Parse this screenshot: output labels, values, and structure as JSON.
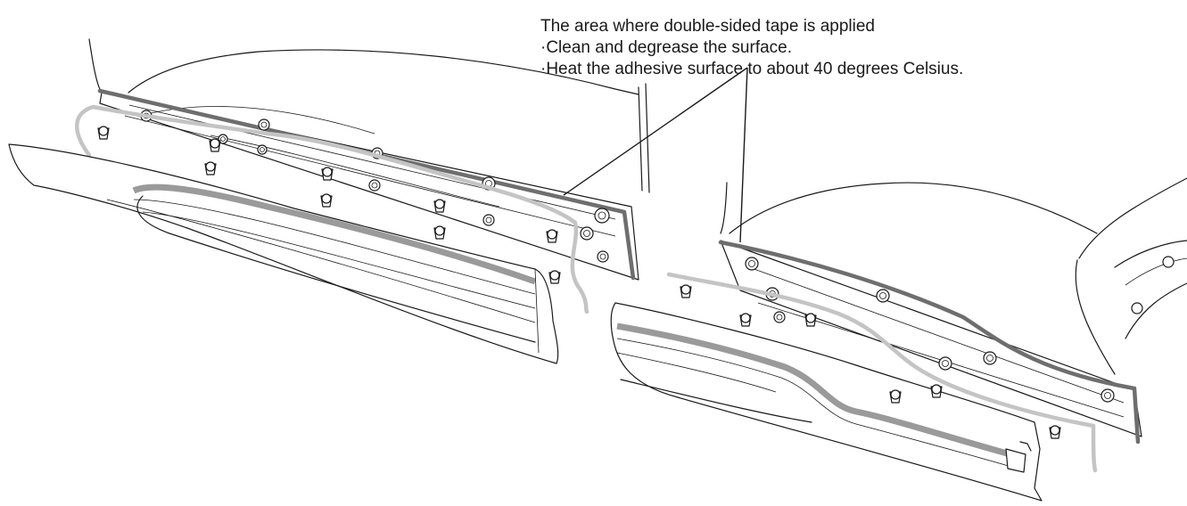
{
  "callout": {
    "line1": "The area where double-sided tape is applied",
    "line2": "·Clean and degrease the surface.",
    "line3": "·Heat the adhesive surface to about 40 degrees Celsius."
  }
}
